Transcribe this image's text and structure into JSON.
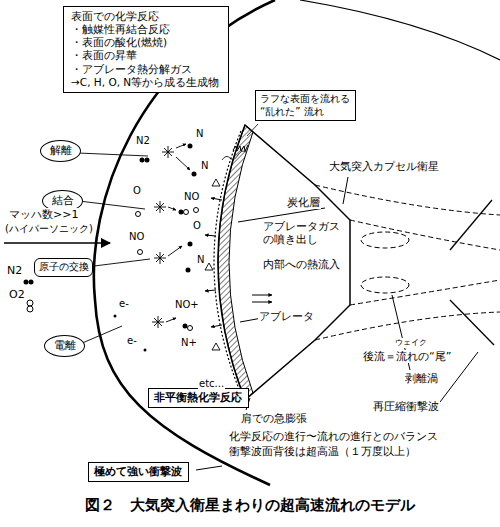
{
  "diagram": {
    "caption": "図２　大気突入衛星まわりの超高速流れのモデル",
    "nodes": [
      {
        "text": [
          "表面での化学反応",
          "・触媒性再結合反応",
          "・表面の酸化(燃焼)",
          "・表面の昇華",
          "・アブレータ熱分解ガス",
          "→C, H, O, N等から成る生成物"
        ]
      },
      {
        "text": [
          "ラフな表面を流れる “乱れた” 流れ"
        ]
      },
      {
        "text": [
          "解離"
        ]
      },
      {
        "text": [
          "結合"
        ]
      },
      {
        "text": [
          "原子の交換"
        ]
      },
      {
        "text": [
          "電離"
        ]
      },
      {
        "text": [
          "非平衡熱化学反応"
        ]
      },
      {
        "text": [
          "極めて強い衝撃波"
        ]
      }
    ],
    "labels": [
      "マッハ数>>1",
      "(ハイパーソニック)",
      "N2",
      "O2",
      "N2",
      "N",
      "N",
      "O",
      "NO",
      "NO",
      "O",
      "N",
      "e-",
      "NO+",
      "e-",
      "N+",
      "大気突入カプセル衛星",
      "炭化層",
      "アブレータガスの噴き出し",
      "内部への熱流入",
      "アブレータ",
      "ウェイク",
      "後流＝流れの“尾”",
      "剥離渦",
      "再圧縮衝撃波",
      "肩での急膨張",
      "etc...",
      "化学反応の進行〜流れの進行とのバランス",
      "衝撃波面背後は超高温（１万度以上）"
    ]
  }
}
